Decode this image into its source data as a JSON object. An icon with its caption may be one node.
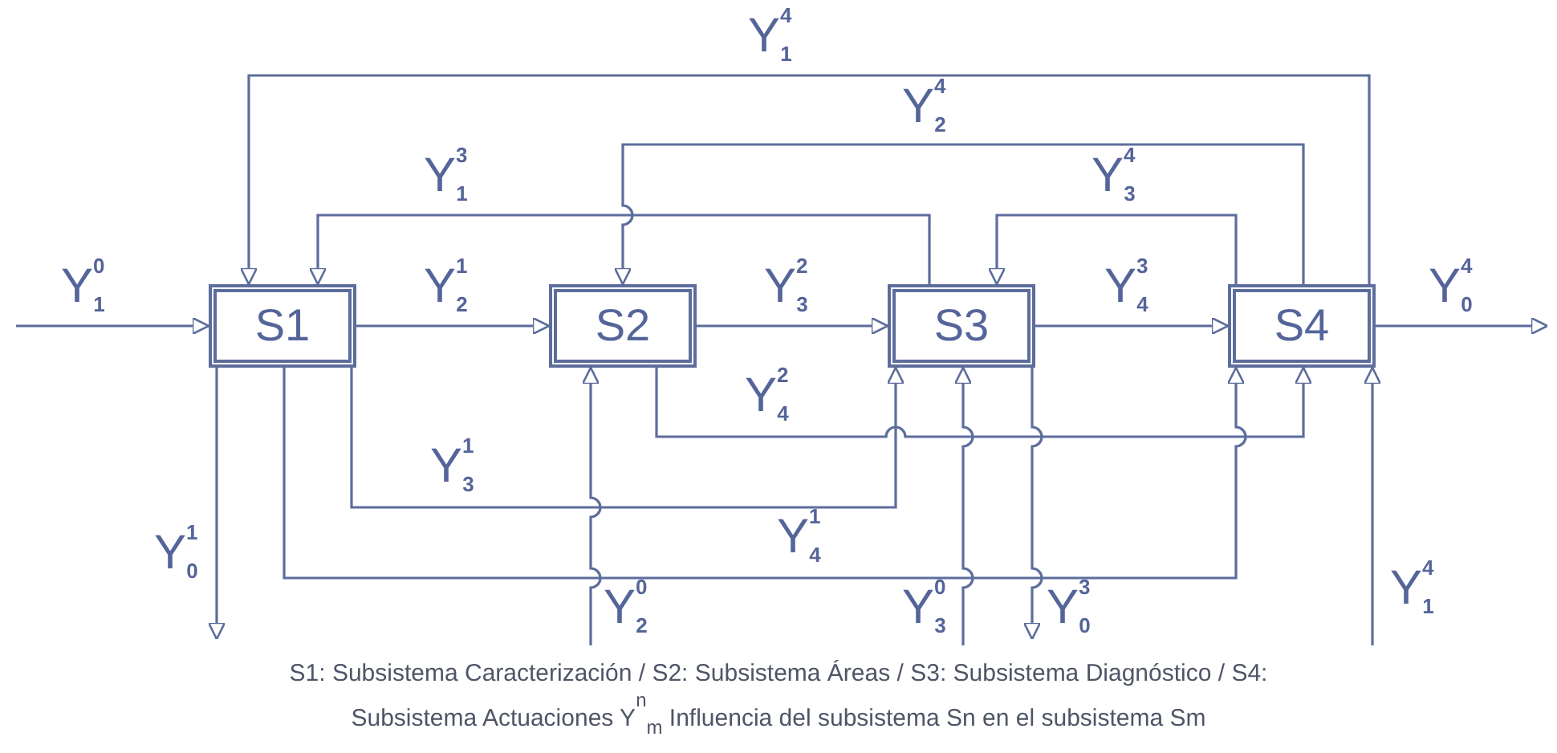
{
  "diagram": {
    "caption": "S1: Subsistema Caracterización / S2: Subsistema Áreas / S3: Subsistema Diagnóstico / S4: Subsistema Actuaciones Y$^{n}$$_{m}$ Influencia del subsistema Sn en el subsistema Sm",
    "nodes": [
      {
        "text": [
          "S1"
        ]
      },
      {
        "text": [
          "S2"
        ]
      },
      {
        "text": [
          "S3"
        ]
      },
      {
        "text": [
          "S4"
        ]
      }
    ],
    "edges": [
      {
        "from": null,
        "to": 0,
        "arrow": "to",
        "label": "Y$^{0}$$_{1}$"
      },
      {
        "from": 0,
        "to": 1,
        "arrow": "to",
        "label": "Y$^{1}$$_{2}$"
      },
      {
        "from": 1,
        "to": 2,
        "arrow": "to",
        "label": "Y$^{2}$$_{3}$"
      },
      {
        "from": 2,
        "to": 3,
        "arrow": "to",
        "label": "Y$^{3}$$_{4}$"
      },
      {
        "from": 3,
        "to": null,
        "arrow": "to",
        "label": "Y$^{4}$$_{0}$"
      },
      {
        "from": 3,
        "to": 0,
        "arrow": "to",
        "label": "Y$^{4}$$_{1}$"
      },
      {
        "from": 3,
        "to": 1,
        "arrow": "to",
        "label": "Y$^{4}$$_{2}$"
      },
      {
        "from": 2,
        "to": 0,
        "arrow": "to",
        "label": "Y$^{3}$$_{1}$"
      },
      {
        "from": 3,
        "to": 2,
        "arrow": "to",
        "label": "Y$^{4}$$_{3}$"
      },
      {
        "from": 0,
        "to": null,
        "arrow": "to",
        "label": "Y$^{1}$$_{0}$"
      },
      {
        "from": 0,
        "to": 2,
        "arrow": "to",
        "label": "Y$^{1}$$_{3}$"
      },
      {
        "from": 0,
        "to": 3,
        "arrow": "to",
        "label": "Y$^{1}$$_{4}$"
      },
      {
        "from": 1,
        "to": 3,
        "arrow": "to",
        "label": "Y$^{2}$$_{4}$"
      },
      {
        "from": null,
        "to": 1,
        "arrow": "to",
        "label": "Y$^{0}$$_{2}$"
      },
      {
        "from": null,
        "to": 2,
        "arrow": "to",
        "label": "Y$^{0}$$_{3}$"
      },
      {
        "from": 2,
        "to": null,
        "arrow": "to",
        "label": "Y$^{3}$$_{0}$"
      },
      {
        "from": null,
        "to": 3,
        "arrow": "to",
        "label": "Y$^{4}$$_{1}$"
      }
    ]
  }
}
